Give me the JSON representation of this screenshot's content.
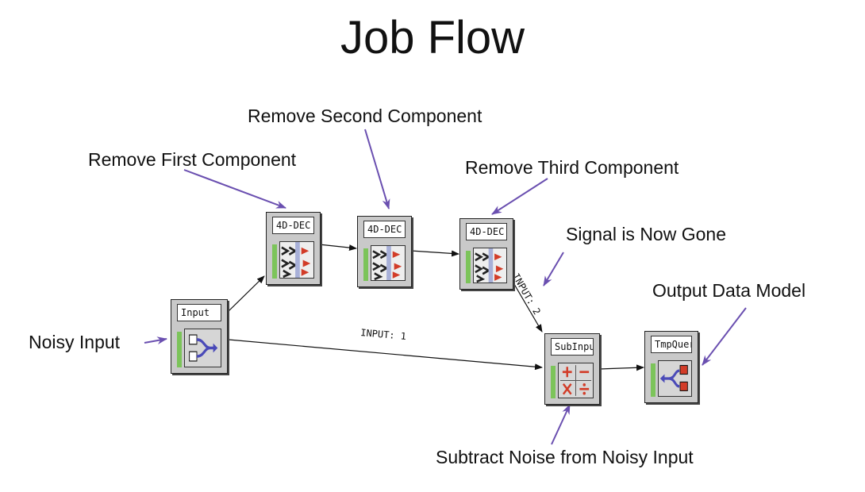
{
  "title": "Job Flow",
  "annotations": {
    "remove_first": "Remove First Component",
    "remove_second": "Remove Second Component",
    "remove_third": "Remove Third Component",
    "signal_gone": "Signal is Now Gone",
    "output_model": "Output Data Model",
    "noisy_input": "Noisy Input",
    "subtract": "Subtract  Noise from Noisy Input"
  },
  "nodes": {
    "input": "Input",
    "dec1": "4D-DEC",
    "dec2": "4D-DEC",
    "dec3": "4D-DEC",
    "subinput": "SubInpu",
    "tmpquery": "TmpQuer"
  },
  "connectors": {
    "input1": "INPUT: 1",
    "input2": "INPUT: 2"
  },
  "colors": {
    "arrow_annotation": "#6a4fb0",
    "status_bar": "#7cc45a",
    "node_bg": "#c9c9c9",
    "icon_red": "#d23c28",
    "icon_blue": "#4a4ab8"
  },
  "icons": {
    "input": "merge-cubes-icon",
    "dec": "decomposition-pattern-icon",
    "subinput": "arithmetic-operators-icon",
    "tmpquery": "split-cubes-icon"
  }
}
